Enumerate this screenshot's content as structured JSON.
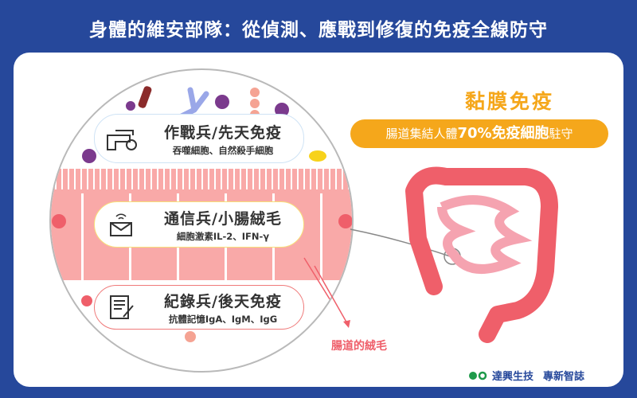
{
  "title": "身體的維安部隊：從偵測、應戰到修復的免疫全線防守",
  "cards": [
    {
      "heading": "作戰兵/先天免疫",
      "sub": "吞噬細胞、自然殺手細胞",
      "icon": "hand-target-icon",
      "border": "#cfe3f5"
    },
    {
      "heading": "通信兵/小腸絨毛",
      "sub": "細胞激素IL-2、IFN-γ",
      "icon": "envelope-signal-icon",
      "border": "#f7e07a"
    },
    {
      "heading": "紀錄兵/後天免疫",
      "sub": "抗體記憶IgA、IgM、IgG",
      "icon": "document-pen-icon",
      "border": "#ef7a7a"
    }
  ],
  "mucosa": {
    "title": "黏膜免疫",
    "badge_pre": "腸道集結人體",
    "badge_bold": "70%免疫細胞",
    "badge_post": "駐守"
  },
  "villi_label": "腸道的絨毛",
  "footer": {
    "brand": "達興生技",
    "publication": "專新智誌"
  },
  "colors": {
    "blue": "#26489b",
    "orange": "#f5a71b",
    "pink": "#ef5f6a"
  }
}
